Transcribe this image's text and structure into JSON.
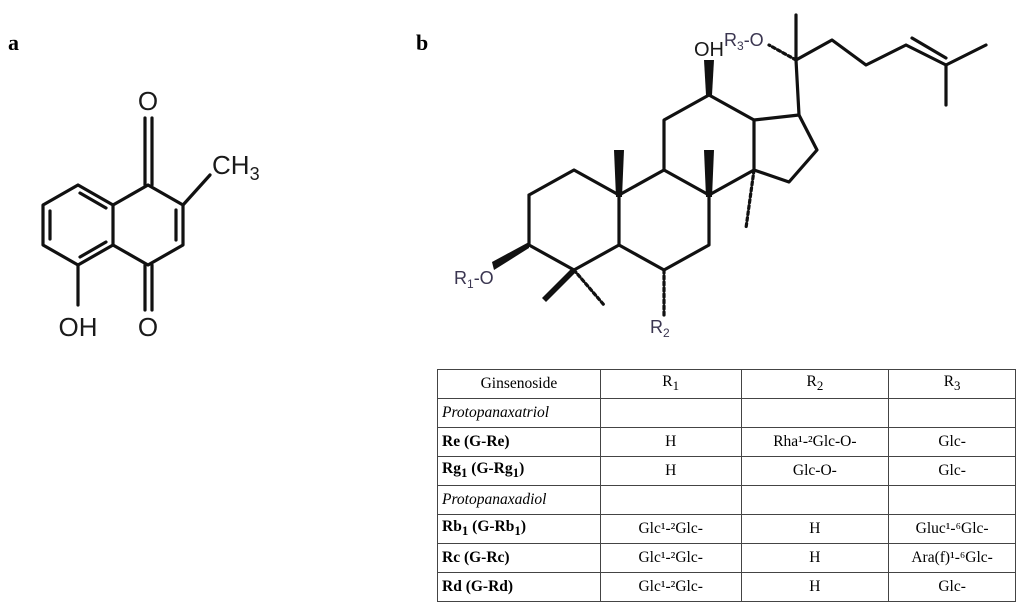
{
  "panels": {
    "a_label": "a",
    "b_label": "b"
  },
  "structure_a": {
    "atoms": {
      "o_top": "O",
      "o_bottom": "O",
      "oh": "OH",
      "ch3": "CH",
      "ch3_sub": "3"
    }
  },
  "structure_b": {
    "atoms": {
      "oh": "OH",
      "r3o": "R",
      "r3o_sub": "3",
      "r3o_suffix": "-O",
      "r1o": "R",
      "r1o_sub": "1",
      "r1o_suffix": "-O",
      "r2": "R",
      "r2_sub": "2"
    }
  },
  "table": {
    "headers": [
      {
        "main": "Ginsenoside",
        "sub": ""
      },
      {
        "main": "R",
        "sub": "1"
      },
      {
        "main": "R",
        "sub": "2"
      },
      {
        "main": "R",
        "sub": "3"
      }
    ],
    "groups": [
      {
        "name": "Protopanaxatriol",
        "rows": [
          {
            "name_parts": [
              "Re (G-Re)"
            ],
            "r1": "H",
            "r2": "Rha¹-²Glc-O-",
            "r3": "Glc-"
          },
          {
            "name_parts": [
              "Rg",
              "1",
              " (G-Rg",
              "1",
              ")"
            ],
            "r1": "H",
            "r2": "Glc-O-",
            "r3": "Glc-"
          }
        ]
      },
      {
        "name": "Protopanaxadiol",
        "rows": [
          {
            "name_parts": [
              "Rb",
              "1",
              " (G-Rb",
              "1",
              ")"
            ],
            "r1": "Glc¹-²Glc-",
            "r2": "H",
            "r3": "Gluc¹-⁶Glc-"
          },
          {
            "name_parts": [
              "Rc (G-Rc)"
            ],
            "r1": "Glc¹-²Glc-",
            "r2": "H",
            "r3": "Ara(f)¹-⁶Glc-"
          },
          {
            "name_parts": [
              "Rd (G-Rd)"
            ],
            "r1": "Glc¹-²Glc-",
            "r2": "H",
            "r3": "Glc-"
          }
        ]
      }
    ]
  }
}
